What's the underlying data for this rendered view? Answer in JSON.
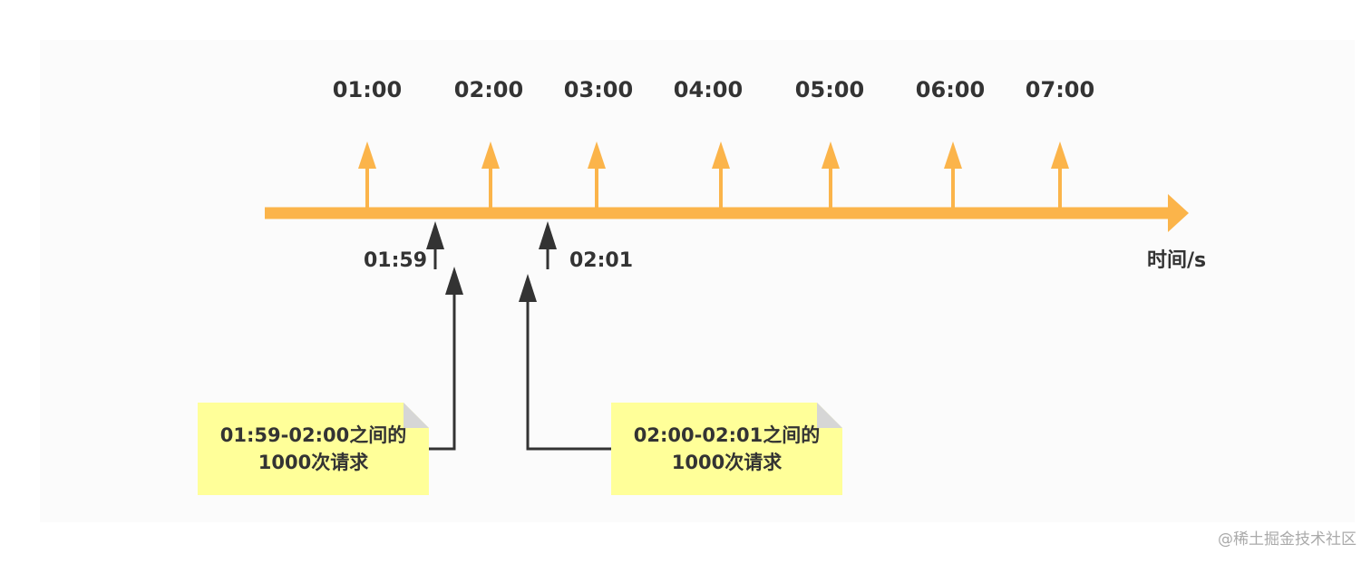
{
  "colors": {
    "axis": "#fbb44a",
    "marker": "#333333",
    "note_bg": "#ffff99",
    "note_fold": "#d6d6d6"
  },
  "timeline": {
    "ticks": [
      "01:00",
      "02:00",
      "03:00",
      "04:00",
      "05:00",
      "06:00",
      "07:00"
    ],
    "axis_unit": "时间/s",
    "markers": {
      "left": "01:59",
      "right": "02:01"
    }
  },
  "notes": [
    {
      "line1": "01:59-02:00之间的",
      "line2": "1000次请求"
    },
    {
      "line1": "02:00-02:01之间的",
      "line2": "1000次请求"
    }
  ],
  "watermark": "@稀土掘金技术社区"
}
